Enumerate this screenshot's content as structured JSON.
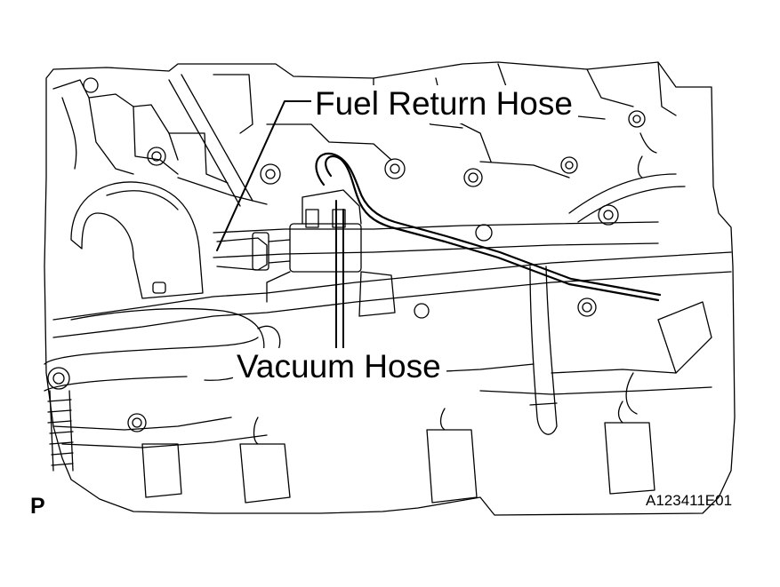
{
  "labels": {
    "fuel_return_hose": "Fuel Return Hose",
    "vacuum_hose": "Vacuum Hose"
  },
  "view_marker": "P",
  "figure_code": "A123411E01",
  "colors": {
    "line": "#000000",
    "background": "#ffffff"
  }
}
